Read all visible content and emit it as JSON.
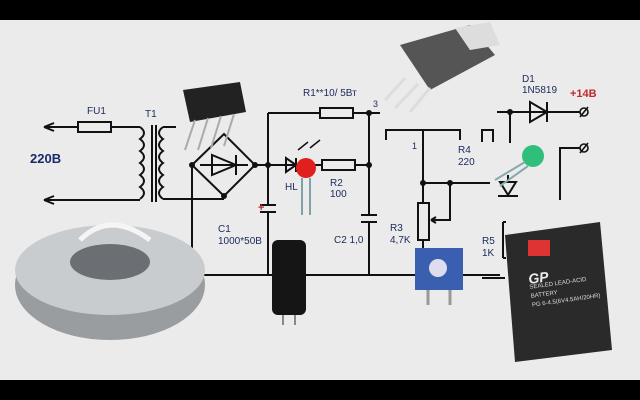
{
  "title": "Battery charger circuit 14V",
  "labels": {
    "input_voltage": "220В",
    "fuse": "FU1",
    "transformer": "T1",
    "r1": "R1**10/ 5Вт",
    "pin3": "3",
    "pin1": "1",
    "led_hl": "HL",
    "r2_name": "R2",
    "r2_value": "100",
    "c1_name": "C1",
    "c1_value": "1000*50В",
    "c1_plus": "+",
    "c2": "C2 1,0",
    "r3_name": "R3",
    "r3_value": "4,7K",
    "r4_name": "R4",
    "r4_value": "220",
    "r5_name": "R5",
    "r5_value": "1K",
    "d1_name": "D1",
    "d1_value": "1N5819",
    "output": "+14В"
  },
  "battery": {
    "brand": "GP",
    "type": "SEALED LEAD-ACID BATTERY",
    "model": "PG 6-4.5(6V4.5AH/20HR)"
  },
  "colors": {
    "background": "#ebebeb",
    "wire": "#111111",
    "label": "#1a2a5a",
    "output_label": "#c0282a",
    "led_red": "#e0201c",
    "led_green": "#2fbf7a",
    "trimmer": "#3a5fb0"
  }
}
